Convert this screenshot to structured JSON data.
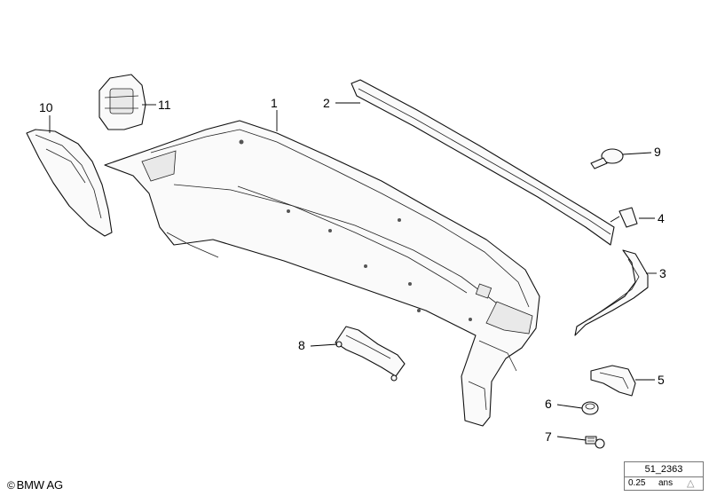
{
  "callouts": [
    "1",
    "2",
    "3",
    "4",
    "5",
    "6",
    "7",
    "8",
    "9",
    "10",
    "11"
  ],
  "copyright": {
    "symbol": "©",
    "text": "BMW AG"
  },
  "reference": {
    "code": "51_2363",
    "value": "0.25",
    "unit": "ans",
    "marker": "△"
  }
}
